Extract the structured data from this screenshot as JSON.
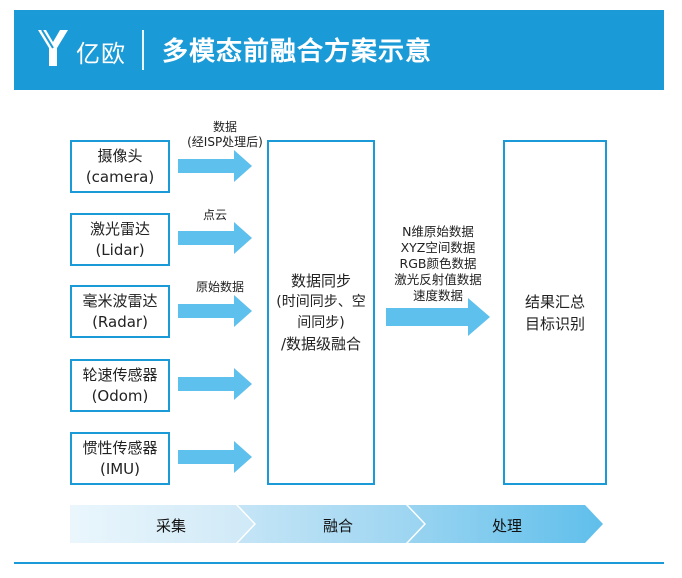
{
  "header": {
    "logo_text": "亿欧",
    "title": "多模态前融合方案示意"
  },
  "sensors": [
    {
      "name": "摄像头",
      "sub": "(camera)",
      "arrow_label": [
        "数据",
        "(经ISP处理后)"
      ]
    },
    {
      "name": "激光雷达",
      "sub": "(Lidar)",
      "arrow_label": [
        "点云"
      ]
    },
    {
      "name": "毫米波雷达",
      "sub": "(Radar)",
      "arrow_label": [
        "原始数据"
      ]
    },
    {
      "name": "轮速传感器",
      "sub": "(Odom)",
      "arrow_label": []
    },
    {
      "name": "惯性传感器",
      "sub": "(IMU)",
      "arrow_label": []
    }
  ],
  "sync_box": {
    "lines": [
      "数据同步",
      "(时间同步、空",
      "间同步)",
      "/数据级融合"
    ]
  },
  "middle_arrow_label": [
    "N维原始数据",
    "XYZ空间数据",
    "RGB颜色数据",
    "激光反射值数据",
    "速度数据"
  ],
  "result_box": {
    "lines": [
      "结果汇总",
      "目标识别"
    ]
  },
  "stages": [
    "采集",
    "融合",
    "处理"
  ],
  "colors": {
    "brand": "#1a9ad6",
    "arrow": "#5ec0ec",
    "stage_light": "#d8eef9",
    "stage_mid": "#a8d9f3",
    "stage_dark": "#6cc4ee"
  }
}
